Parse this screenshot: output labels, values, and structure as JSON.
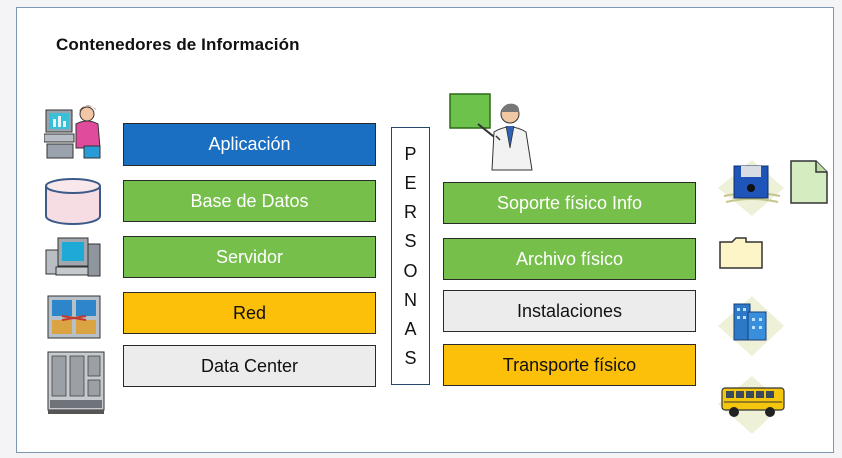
{
  "title": "Contenedores de Información",
  "left_boxes": [
    {
      "label": "Aplicación",
      "color": "#1a6fc3"
    },
    {
      "label": "Base de Datos",
      "color": "#77bf4b"
    },
    {
      "label": "Servidor",
      "color": "#77bf4b"
    },
    {
      "label": "Red",
      "color": "#fdc00a"
    },
    {
      "label": "Data Center",
      "color": "#ececec"
    }
  ],
  "personas_letters": [
    "P",
    "E",
    "R",
    "S",
    "O",
    "N",
    "A",
    "S"
  ],
  "right_boxes": [
    {
      "label": "Soporte físico Info",
      "color": "#77bf4b"
    },
    {
      "label": "Archivo físico",
      "color": "#77bf4b"
    },
    {
      "label": "Instalaciones",
      "color": "#ececec"
    },
    {
      "label": "Transporte físico",
      "color": "#fdc00a"
    }
  ],
  "icons": {
    "left": [
      "computer-user-icon",
      "database-icon",
      "server-icon",
      "network-icon",
      "datacenter-rack-icon"
    ],
    "top": "presenter-icon",
    "right": [
      "floppy-disk-icon",
      "document-icon",
      "folder-icon",
      "building-icon",
      "bus-icon"
    ]
  }
}
